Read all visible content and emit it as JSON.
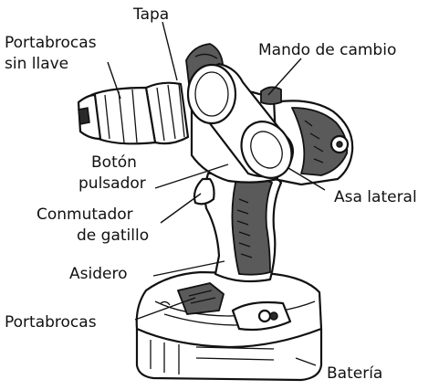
{
  "labels": {
    "tapa": "Tapa",
    "portabrocas_sin_llave_l1": "Portabrocas",
    "portabrocas_sin_llave_l2": "sin llave",
    "mando_de_cambio": "Mando de cambio",
    "boton_pulsador_l1": "Botón",
    "boton_pulsador_l2": "pulsador",
    "asa_lateral": "Asa lateral",
    "conmutador_de_gatillo_l1": "Conmutador",
    "conmutador_de_gatillo_l2": "de gatillo",
    "asidero": "Asidero",
    "portabrocas": "Portabrocas",
    "bateria": "Batería"
  }
}
